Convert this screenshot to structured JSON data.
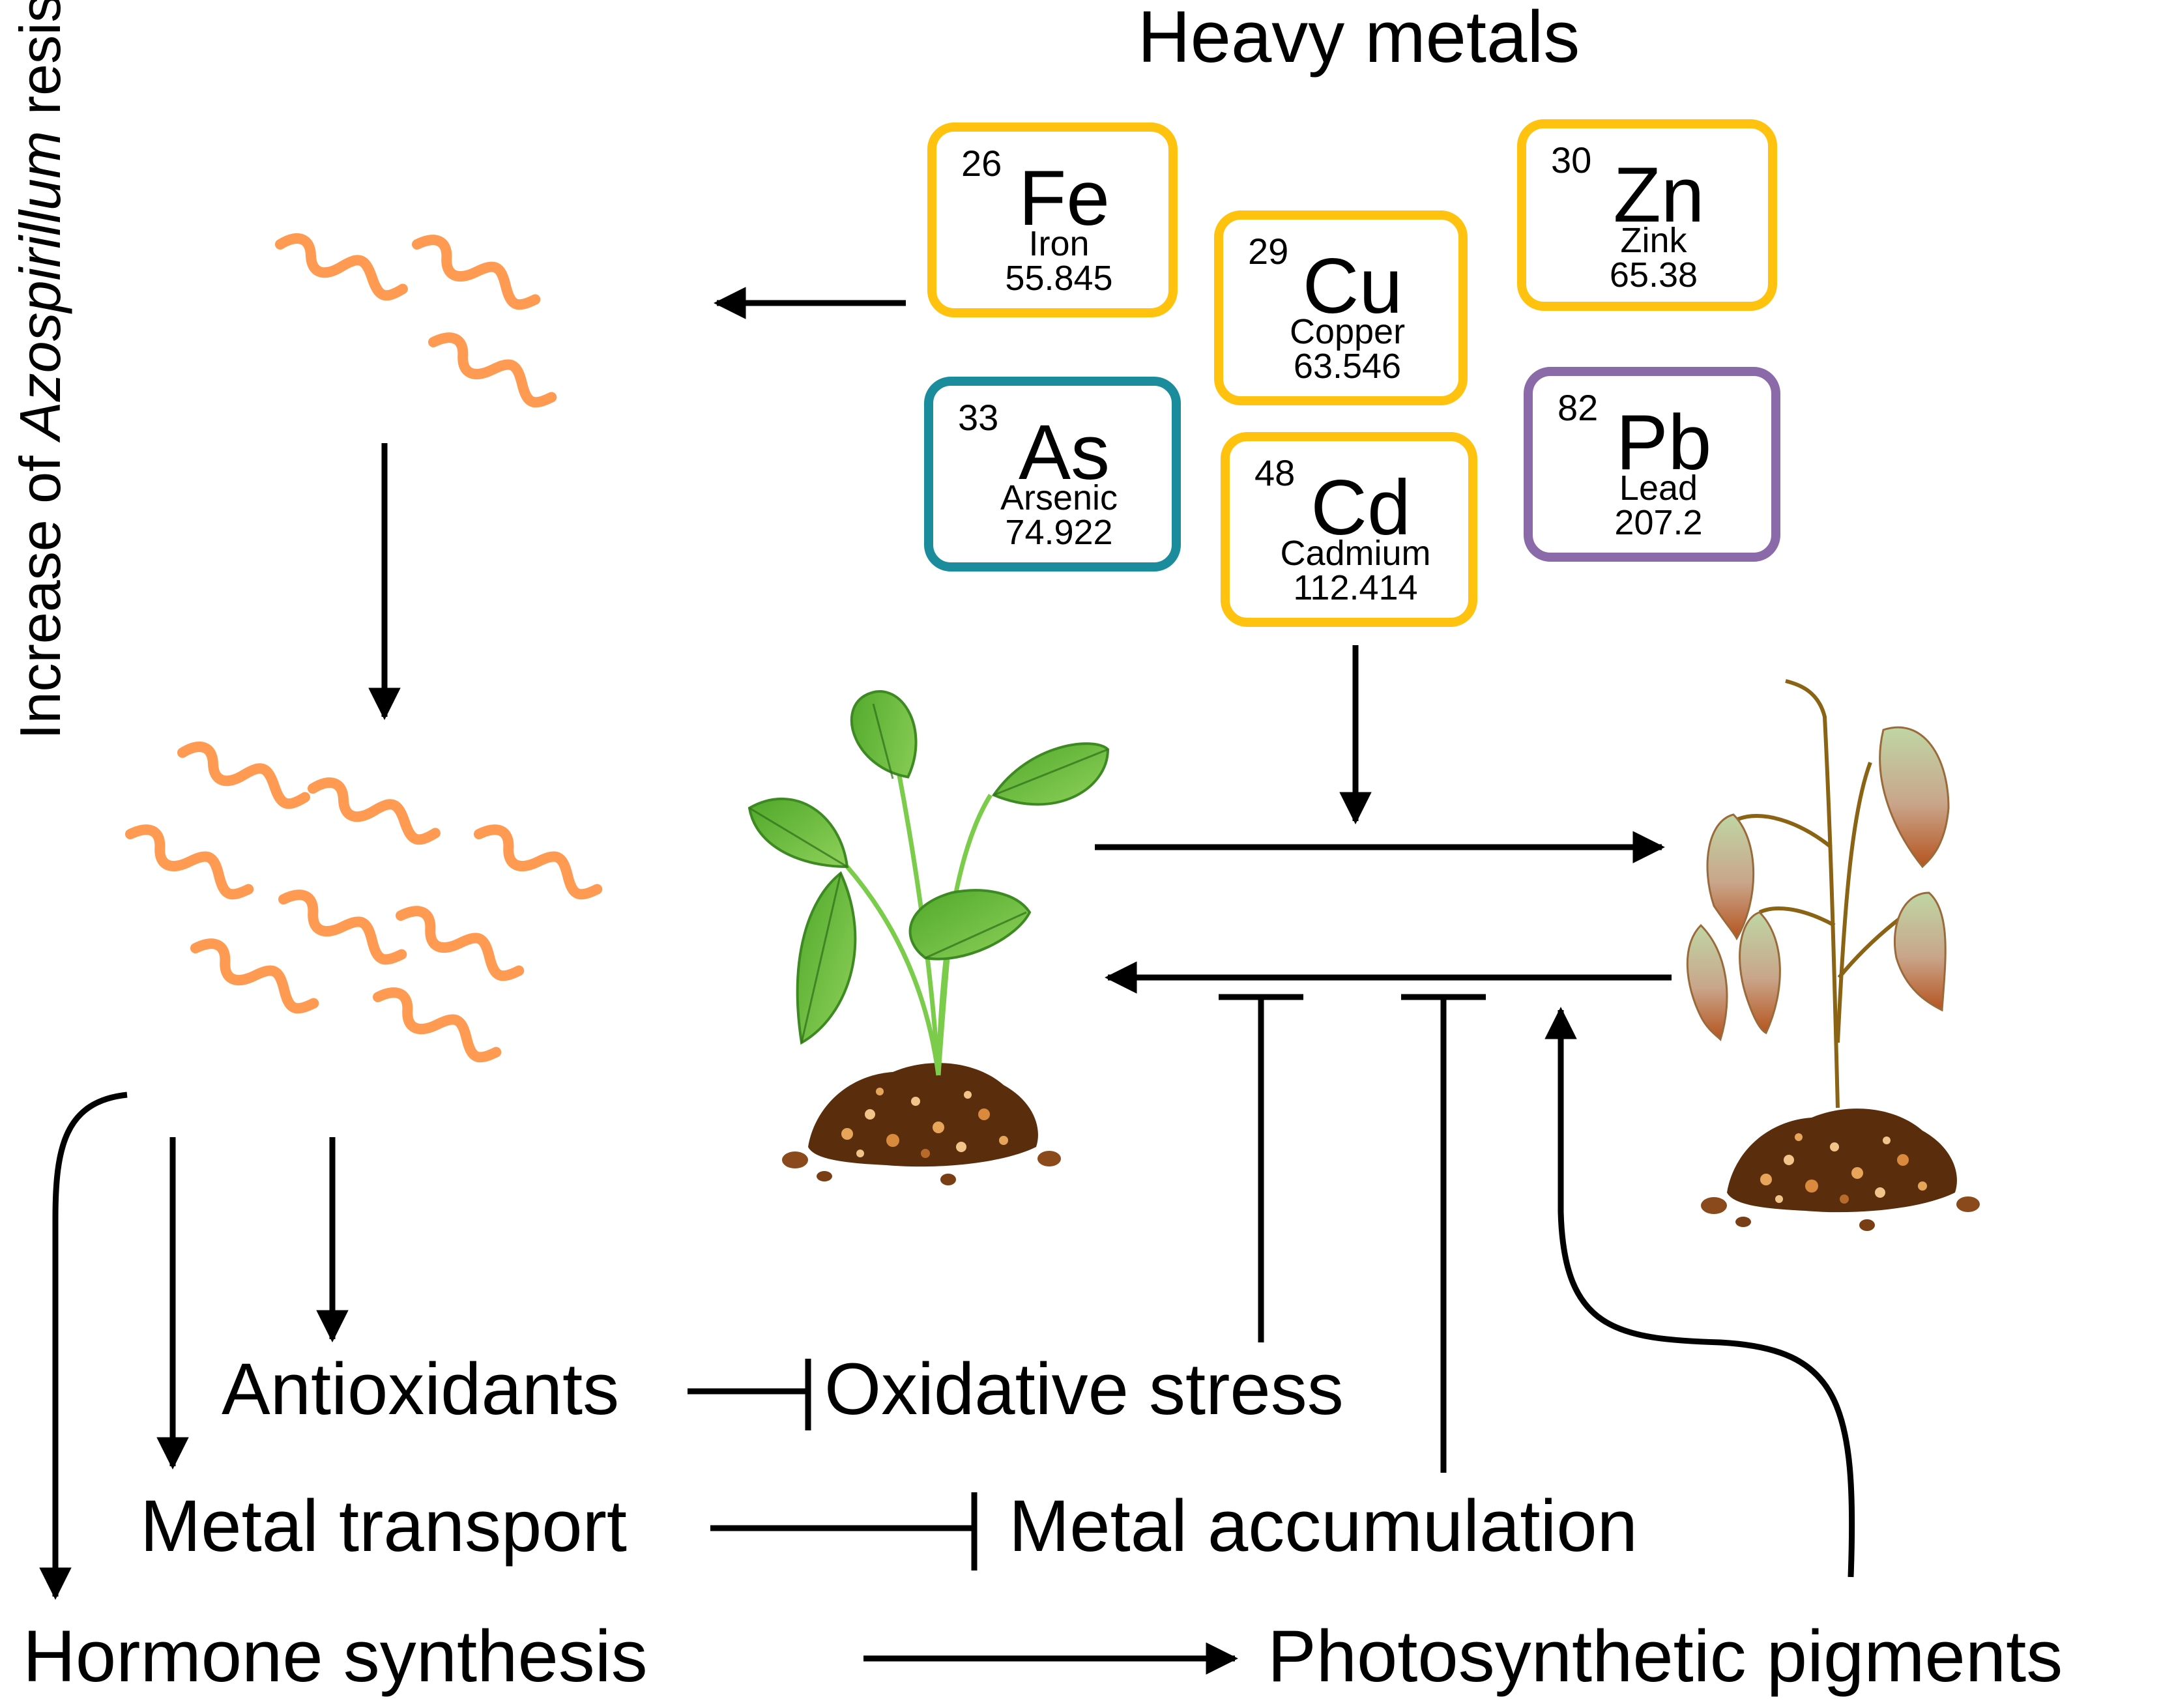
{
  "heading": "Heavy metals",
  "side_label": {
    "prefix": "Increase of ",
    "italic": "Azospirillum",
    "suffix": " resistance"
  },
  "elements": [
    {
      "number": "26",
      "symbol": "Fe",
      "name": "Iron",
      "mass": "55.845",
      "color": "#FFC20E"
    },
    {
      "number": "29",
      "symbol": "Cu",
      "name": "Copper",
      "mass": "63.546",
      "color": "#FFC20E"
    },
    {
      "number": "30",
      "symbol": "Zn",
      "name": "Zink",
      "mass": "65.38",
      "color": "#FFC20E"
    },
    {
      "number": "33",
      "symbol": "As",
      "name": "Arsenic",
      "mass": "74.922",
      "color": "#1A8C9C"
    },
    {
      "number": "48",
      "symbol": "Cd",
      "name": "Cadmium",
      "mass": "112.414",
      "color": "#FFC20E"
    },
    {
      "number": "82",
      "symbol": "Pb",
      "name": "Lead",
      "mass": "207.2",
      "color": "#8A6AA8"
    }
  ],
  "effects": {
    "antioxidants": "Antioxidants",
    "oxidative_stress": "Oxidative stress",
    "metal_transport": "Metal transport",
    "metal_accumulation": "Metal accumulation",
    "hormone_synthesis": "Hormone synthesis",
    "photosynthetic_pigments": "Photosynthetic pigments"
  },
  "colors": {
    "bacteria": "#FF9A52",
    "leaf_healthy": "#6FBF3A",
    "leaf_wilted": "#B0C890",
    "soil": "#6B3A12"
  }
}
